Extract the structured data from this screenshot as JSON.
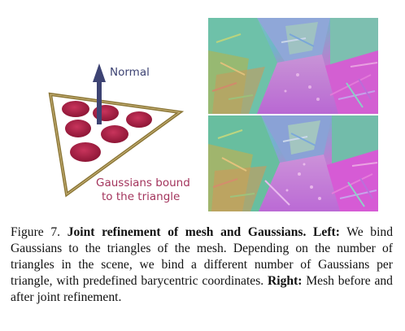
{
  "diagram": {
    "normal_label": "Normal",
    "gaussians_label_line1": "Gaussians bound",
    "gaussians_label_line2": "to the triangle",
    "colors": {
      "triangle_edge": "#8c7737",
      "gaussian": "#a31d42",
      "normal_arrow": "#3d4373",
      "normal_text": "#3d4373",
      "gaussians_text": "#a3345c"
    }
  },
  "renders": {
    "before_icon": "mesh-normal-render-before",
    "after_icon": "mesh-normal-render-after"
  },
  "caption": {
    "figure_label": "Figure 7.",
    "title": "Joint refinement of mesh and Gaussians.",
    "left_label": "Left:",
    "left_text": "We bind Gaussians to the triangles of the mesh. Depending on the number of triangles in the scene, we bind a different number of Gaussians per triangle, with predefined barycentric coordinates.",
    "right_label": "Right:",
    "right_text": "Mesh before and after joint refinement."
  }
}
